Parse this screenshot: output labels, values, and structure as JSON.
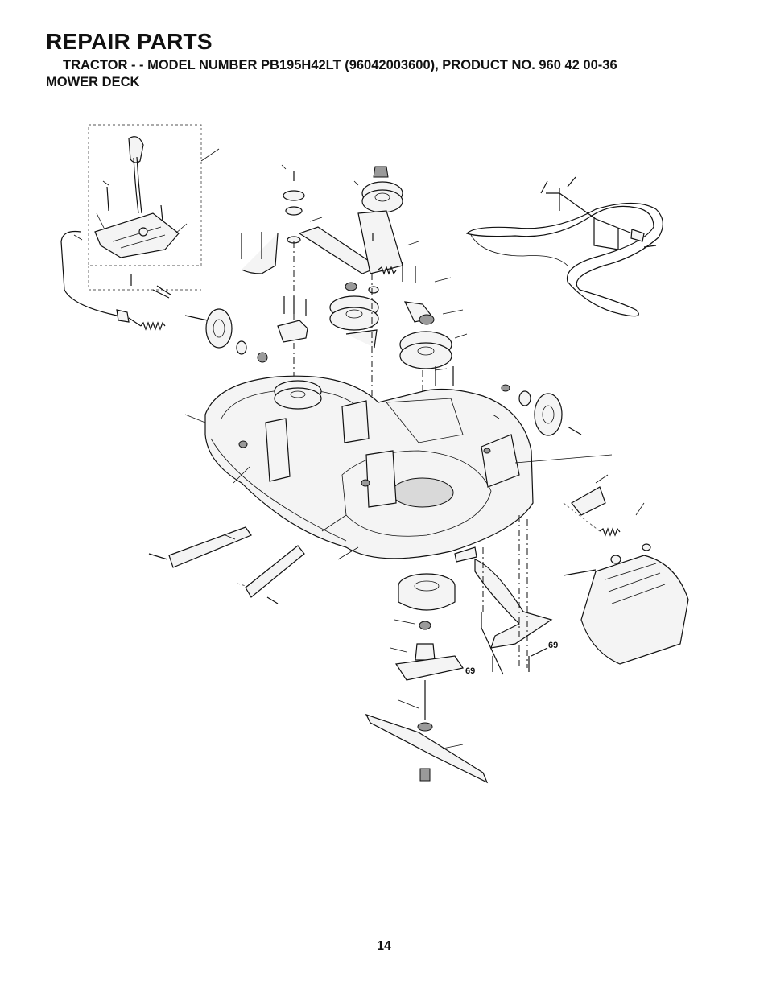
{
  "header": {
    "title": "REPAIR PARTS",
    "model_line": "TRACTOR - - MODEL NUMBER PB195H42LT (96042003600), PRODUCT NO. 960 42 00-36",
    "section": "MOWER DECK"
  },
  "callouts": {
    "left_69": "69",
    "right_69": "69"
  },
  "footer": {
    "page_number": "14"
  }
}
